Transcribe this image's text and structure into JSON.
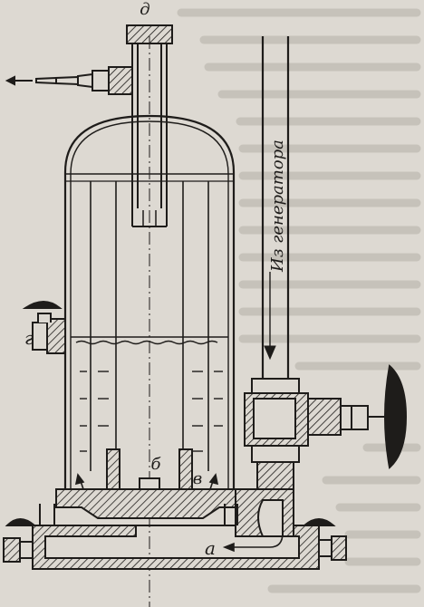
{
  "labels": {
    "d": "д",
    "g": "г",
    "b": "б",
    "v": "в",
    "a": "а",
    "from_generator": "Из генератора"
  },
  "colors": {
    "ink": "#1e1c1a",
    "paper": "#ddd9d2",
    "background_text": "#c4c0b8"
  }
}
